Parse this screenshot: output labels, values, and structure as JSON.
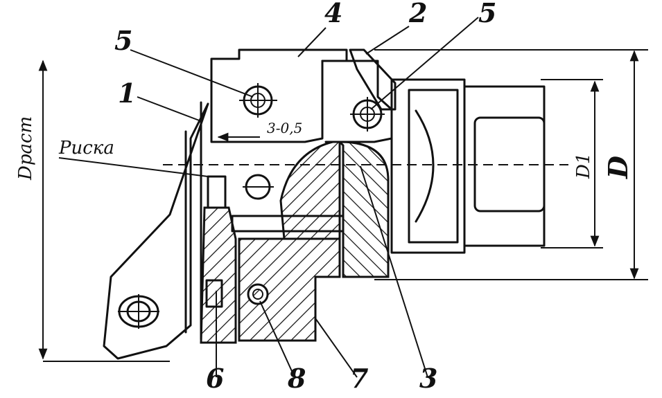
{
  "labels": {
    "part1": "1",
    "part2": "2",
    "part3": "3",
    "part4": "4",
    "part5_left": "5",
    "part5_right": "5",
    "part6": "6",
    "part7": "7",
    "part8": "8",
    "riska": "Риска",
    "d_rast": "Dрасm",
    "d_outer": "D",
    "d1": "D1",
    "gap": "3-0,5"
  },
  "colors": {
    "ink": "#111111",
    "paper": "#ffffff"
  }
}
